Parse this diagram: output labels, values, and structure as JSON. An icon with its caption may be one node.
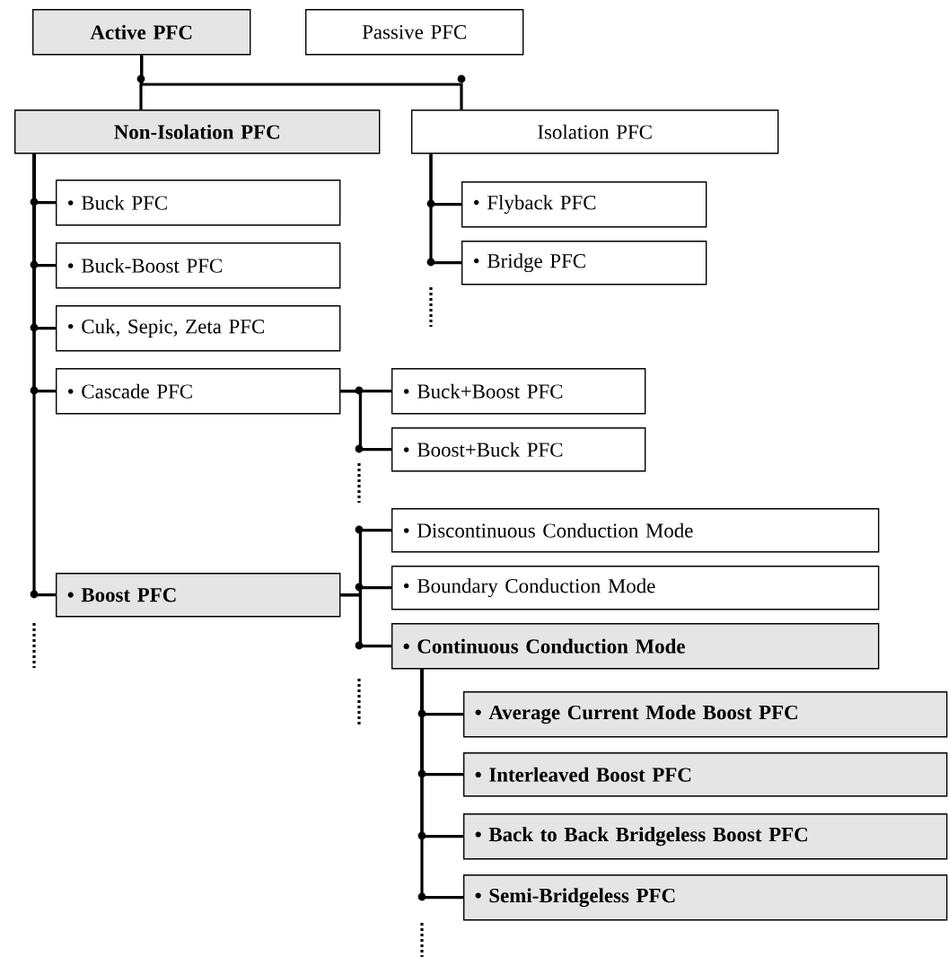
{
  "diagram": {
    "nodes": [
      {
        "text": [
          "Active PFC"
        ]
      },
      {
        "text": [
          "Passive PFC"
        ]
      },
      {
        "text": [
          "Non-Isolation PFC"
        ]
      },
      {
        "text": [
          "Isolation PFC"
        ]
      },
      {
        "text": [
          "• Buck PFC"
        ]
      },
      {
        "text": [
          "• Buck-Boost PFC"
        ]
      },
      {
        "text": [
          "• Cuk, Sepic, Zeta PFC"
        ]
      },
      {
        "text": [
          "• Cascade PFC"
        ]
      },
      {
        "text": [
          "• Flyback PFC"
        ]
      },
      {
        "text": [
          "• Bridge PFC"
        ]
      },
      {
        "text": [
          "• Buck+Boost PFC"
        ]
      },
      {
        "text": [
          "• Boost+Buck PFC"
        ]
      },
      {
        "text": [
          "• Boost PFC"
        ]
      },
      {
        "text": [
          "• Discontinuous Conduction Mode"
        ]
      },
      {
        "text": [
          "• Boundary Conduction Mode"
        ]
      },
      {
        "text": [
          "• Continuous Conduction Mode"
        ]
      },
      {
        "text": [
          "• Average Current Mode Boost PFC"
        ]
      },
      {
        "text": [
          "• Interleaved Boost PFC"
        ]
      },
      {
        "text": [
          "• Back to Back Bridgeless Boost PFC"
        ]
      },
      {
        "text": [
          "• Semi-Bridgeless PFC"
        ]
      }
    ],
    "edges": [
      {
        "from": 0,
        "to": 2,
        "arrow": "none"
      },
      {
        "from": 0,
        "to": 3,
        "arrow": "none"
      },
      {
        "from": 2,
        "to": 4,
        "arrow": "none"
      },
      {
        "from": 2,
        "to": 5,
        "arrow": "none"
      },
      {
        "from": 2,
        "to": 6,
        "arrow": "none"
      },
      {
        "from": 2,
        "to": 7,
        "arrow": "none"
      },
      {
        "from": 2,
        "to": 12,
        "arrow": "none"
      },
      {
        "from": 3,
        "to": 8,
        "arrow": "none"
      },
      {
        "from": 3,
        "to": 9,
        "arrow": "none"
      },
      {
        "from": 7,
        "to": 10,
        "arrow": "none"
      },
      {
        "from": 7,
        "to": 11,
        "arrow": "none"
      },
      {
        "from": 12,
        "to": 13,
        "arrow": "none"
      },
      {
        "from": 12,
        "to": 14,
        "arrow": "none"
      },
      {
        "from": 12,
        "to": 15,
        "arrow": "none"
      },
      {
        "from": 15,
        "to": 16,
        "arrow": "none"
      },
      {
        "from": 15,
        "to": 17,
        "arrow": "none"
      },
      {
        "from": 15,
        "to": 18,
        "arrow": "none"
      },
      {
        "from": 15,
        "to": 19,
        "arrow": "none"
      }
    ]
  }
}
